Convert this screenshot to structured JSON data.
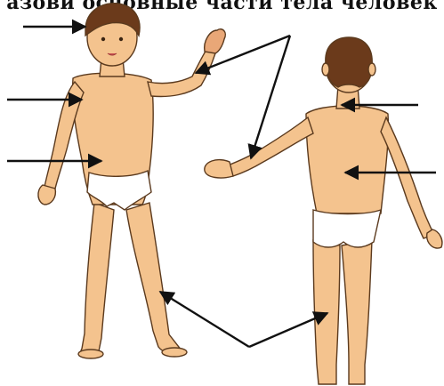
{
  "header": {
    "title": "азови основные части тела человек"
  },
  "colors": {
    "skin": "#f4c38e",
    "skin_shade": "#e0a66d",
    "outline": "#5b3a1e",
    "hair": "#6b3a1b",
    "underwear": "#ffffff",
    "arrow": "#111111"
  },
  "figures": [
    "front-view-boy",
    "back-view-boy"
  ]
}
